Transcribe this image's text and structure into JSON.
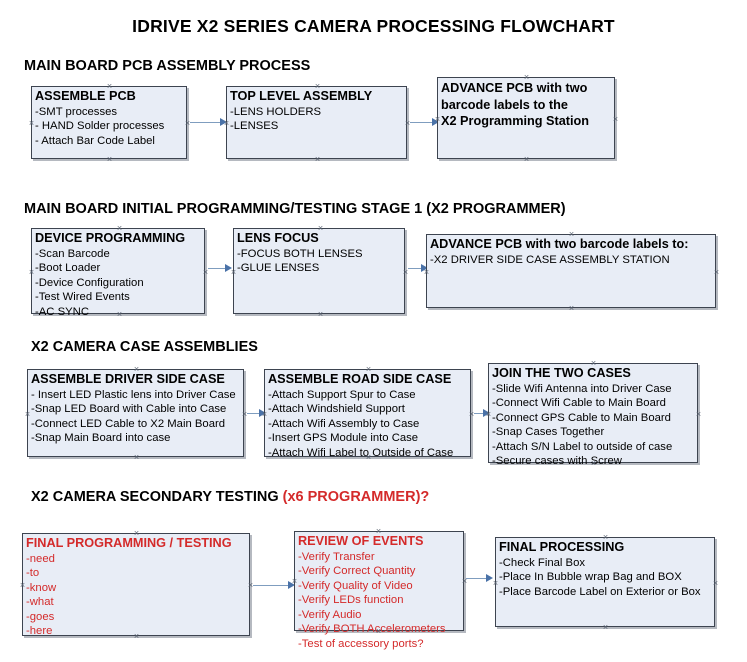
{
  "title": "IDRIVE X2  SERIES CAMERA PROCESSING FLOWCHART",
  "sections": [
    {
      "heading": "MAIN BOARD PCB ASSEMBLY PROCESS",
      "heading_red": ""
    },
    {
      "heading": "MAIN BOARD INITIAL PROGRAMMING/TESTING STAGE 1 (X2 PROGRAMMER)",
      "heading_red": ""
    },
    {
      "heading": "X2 CAMERA CASE ASSEMBLIES",
      "heading_red": ""
    },
    {
      "heading": "X2 CAMERA SECONDARY TESTING ",
      "heading_red": "(x6 PROGRAMMER)?"
    }
  ],
  "row1": {
    "box1": {
      "header": "ASSEMBLE PCB",
      "items": [
        "-SMT processes",
        "- HAND Solder processes",
        "- Attach Bar Code Label"
      ]
    },
    "box2": {
      "header": "TOP LEVEL ASSEMBLY",
      "items": [
        "-LENS HOLDERS",
        "-LENSES"
      ]
    },
    "box3": {
      "line1": "ADVANCE PCB with two",
      "line2": "barcode labels to the",
      "line3": " X2 Programming Station"
    }
  },
  "row2": {
    "box1": {
      "header": "DEVICE PROGRAMMING",
      "items": [
        "-Scan Barcode",
        "-Boot Loader",
        "-Device Configuration",
        "-Test Wired Events",
        "-AC SYNC"
      ]
    },
    "box2": {
      "header": "LENS FOCUS",
      "items": [
        "-FOCUS BOTH LENSES",
        "-GLUE LENSES"
      ]
    },
    "box3": {
      "header": "ADVANCE PCB with two barcode labels to:",
      "items": [
        "-X2 DRIVER  SIDE  CASE  ASSEMBLY STATION"
      ]
    }
  },
  "row3": {
    "box1": {
      "header": "ASSEMBLE DRIVER SIDE CASE",
      "items": [
        "- Insert LED Plastic lens into Driver Case",
        "-Snap LED Board with Cable into Case",
        "-Connect LED Cable to X2 Main Board",
        "-Snap Main Board into case"
      ]
    },
    "box2": {
      "header": "ASSEMBLE ROAD SIDE CASE",
      "items": [
        "-Attach Support Spur to Case",
        "-Attach Windshield Support",
        "-Attach Wifi Assembly to Case",
        "-Insert GPS Module into Case",
        "-Attach Wifi Label to Outside of Case"
      ]
    },
    "box3": {
      "header": "JOIN THE TWO CASES",
      "items": [
        "-Slide Wifi Antenna into Driver Case",
        "-Connect Wifi Cable to Main Board",
        "-Connect GPS Cable to Main Board",
        "-Snap Cases Together",
        "-Attach S/N Label to outside of case",
        "-Secure cases with Screw"
      ]
    }
  },
  "row4": {
    "box1": {
      "header": "FINAL PROGRAMMING / TESTING",
      "items": [
        "-need",
        "-to",
        "-know",
        "-what",
        "-goes",
        "-here"
      ]
    },
    "box2": {
      "header": "REVIEW OF EVENTS",
      "items": [
        "-Verify Transfer",
        "-Verify Correct Quantity",
        "-Verify Quality of Video",
        "-Verify LEDs function",
        "-Verify Audio",
        "-Verify BOTH Accelerometers"
      ],
      "overflow_item": "-Test of accessory ports?"
    },
    "box3": {
      "header": "FINAL PROCESSING",
      "items": [
        " -Check Final Box",
        "-Place In Bubble wrap Bag and BOX",
        "-Place Barcode Label on Exterior or Box"
      ]
    }
  },
  "colors": {
    "box_fill": "#e8edf6",
    "box_border": "#3d4450",
    "connector": "#7f9dbf",
    "arrow": "#4a72a8",
    "red_text": "#d42a2a"
  }
}
